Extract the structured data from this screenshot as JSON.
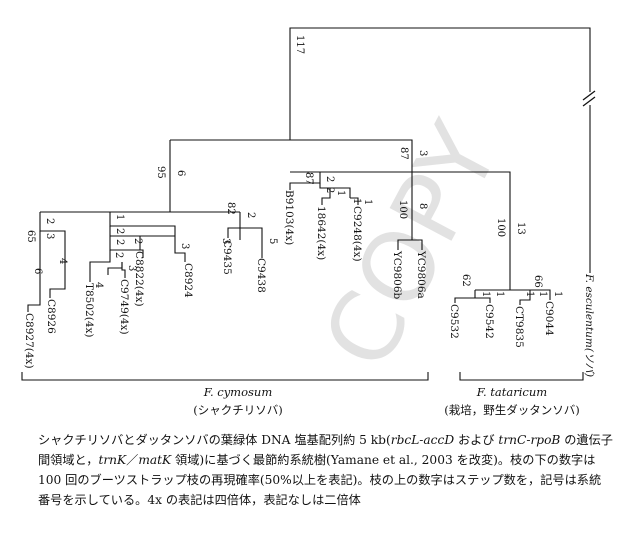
{
  "tree": {
    "tips": [
      {
        "id": "t1",
        "label": "C8927(4x)"
      },
      {
        "id": "t2",
        "label": "C8926"
      },
      {
        "id": "t3",
        "label": "T8502(4x)"
      },
      {
        "id": "t4",
        "label": "C9749(4x)"
      },
      {
        "id": "t5",
        "label": "C8822(4x)"
      },
      {
        "id": "t6",
        "label": "C8924"
      },
      {
        "id": "t7",
        "label": "C9435"
      },
      {
        "id": "t8",
        "label": "C9438"
      },
      {
        "id": "t9",
        "label": "B9103(4x)"
      },
      {
        "id": "t10",
        "label": "18642(4x)"
      },
      {
        "id": "t11",
        "label": "C9248(4x)"
      },
      {
        "id": "t12",
        "label": "YC9806b"
      },
      {
        "id": "t13",
        "label": "YC9806a"
      },
      {
        "id": "t14",
        "label": "C9532"
      },
      {
        "id": "t15",
        "label": "C9542"
      },
      {
        "id": "t16",
        "label": "CT9835"
      },
      {
        "id": "t17",
        "label": "C9044"
      },
      {
        "id": "t18",
        "label": "F. esculentum(ソバ)"
      }
    ],
    "steps": {
      "root": "117",
      "sf": "3",
      "cym": "6",
      "a": "2",
      "b": "3",
      "c": "4",
      "d": "6",
      "e": "1",
      "f": "2",
      "g": "2",
      "h": "3",
      "i": "2",
      "j": "4",
      "k": "2",
      "l": "3",
      "m": "2",
      "n": "3",
      "o": "5",
      "p": "2",
      "q": "2",
      "r": "1",
      "s": "1",
      "t": "1",
      "u": "8",
      "v": "13",
      "w": "1",
      "x": "1",
      "y": "1",
      "z": "1",
      "aa": "1"
    },
    "bootstrap": {
      "sf": "87",
      "cym": "95",
      "b": "65",
      "g": "82",
      "q": "87",
      "u": "100",
      "v": "100",
      "w": "62",
      "x": "66"
    },
    "groups": {
      "cymosum": {
        "name": "F. cymosum",
        "note": "(シャクチリソバ)"
      },
      "tataricum": {
        "name": "F. tataricum",
        "note": "(栽培，野生ダッタンソバ)"
      }
    }
  },
  "caption": {
    "p1": "シャクチリソバとダッタンソバの葉緑体 DNA 塩基配列約 5 kb(",
    "g1": "rbcL-accD",
    "p2": " および ",
    "g2": "trnC-rpoB",
    "p3": " の遺伝子間領域と，",
    "g3": "trnK",
    "p4": "／",
    "g4": "matK",
    "p5": " 領域)に基づく最節約系統樹(Yamane et al., 2003 を改変)。枝の下の数字は 100 回のブーツストラップ枝の再現確率(50%以上を表記)。枝の上の数字はステップ数を，記号は系統番号を示している。4x の表記は四倍体，表記なしは二倍体"
  },
  "watermark": "COPY"
}
